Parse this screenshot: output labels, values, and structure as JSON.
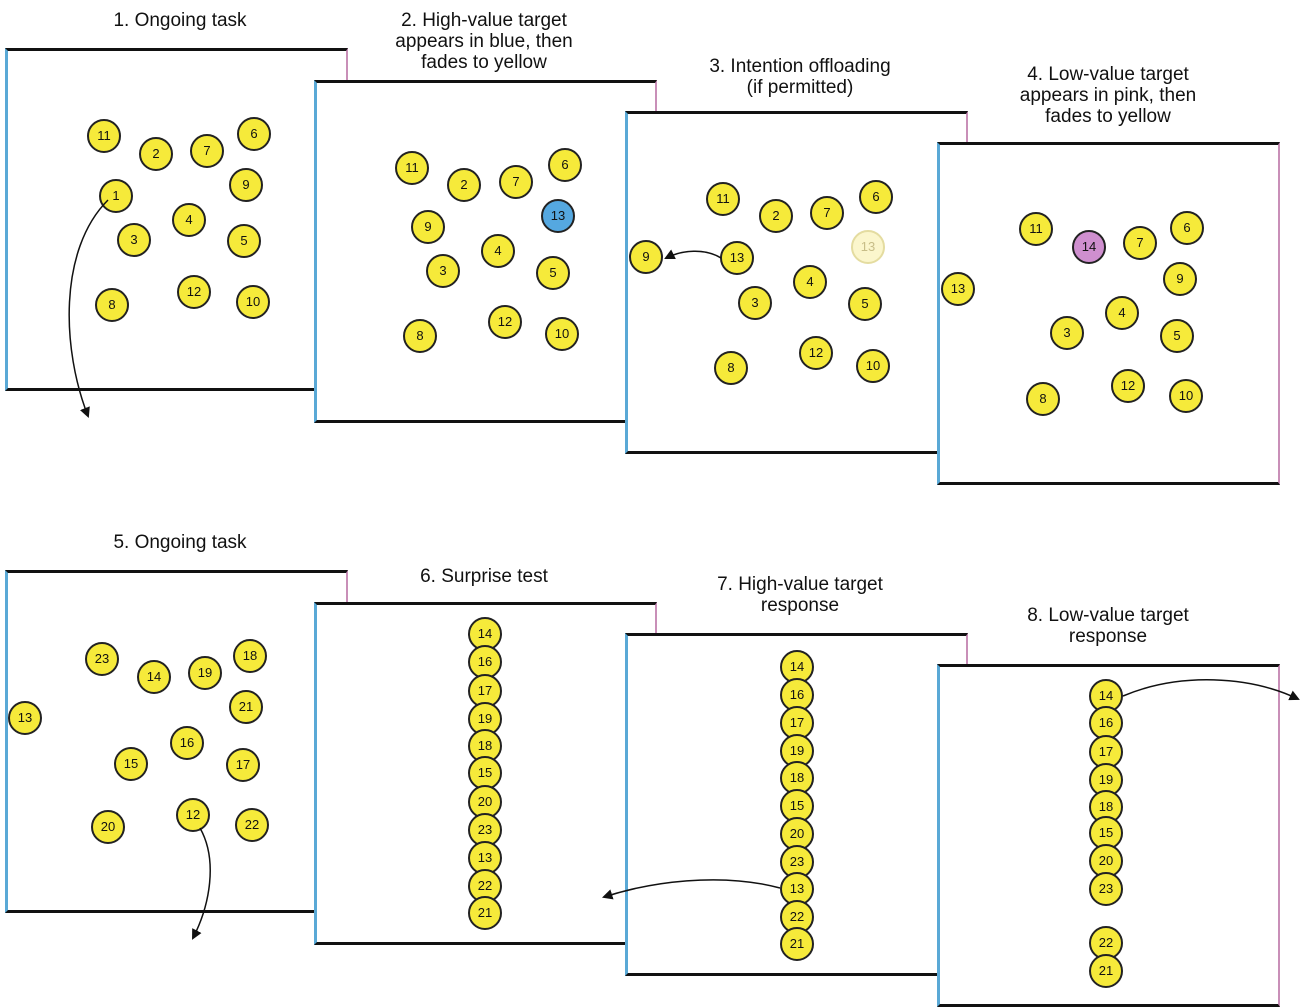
{
  "colors": {
    "target_yellow": "#f6ea3a",
    "high_value_blue": "#55a8e0",
    "low_value_pink": "#cf8fcf",
    "panel_left_edge": "#5aa9d6",
    "panel_right_edge": "#c98fb8"
  },
  "panels": [
    {
      "title": "1. Ongoing task",
      "circles": [
        {
          "label": "11",
          "style": "yellow"
        },
        {
          "label": "2",
          "style": "yellow"
        },
        {
          "label": "7",
          "style": "yellow"
        },
        {
          "label": "6",
          "style": "yellow"
        },
        {
          "label": "1",
          "style": "yellow"
        },
        {
          "label": "9",
          "style": "yellow"
        },
        {
          "label": "4",
          "style": "yellow"
        },
        {
          "label": "3",
          "style": "yellow"
        },
        {
          "label": "5",
          "style": "yellow"
        },
        {
          "label": "8",
          "style": "yellow"
        },
        {
          "label": "12",
          "style": "yellow"
        },
        {
          "label": "10",
          "style": "yellow"
        }
      ]
    },
    {
      "title": "2. High-value target\nappears in blue, then\nfades to yellow",
      "circles": [
        {
          "label": "11",
          "style": "yellow"
        },
        {
          "label": "2",
          "style": "yellow"
        },
        {
          "label": "7",
          "style": "yellow"
        },
        {
          "label": "6",
          "style": "yellow"
        },
        {
          "label": "9",
          "style": "yellow"
        },
        {
          "label": "13",
          "style": "blue"
        },
        {
          "label": "4",
          "style": "yellow"
        },
        {
          "label": "3",
          "style": "yellow"
        },
        {
          "label": "5",
          "style": "yellow"
        },
        {
          "label": "8",
          "style": "yellow"
        },
        {
          "label": "12",
          "style": "yellow"
        },
        {
          "label": "10",
          "style": "yellow"
        }
      ]
    },
    {
      "title": "3. Intention offloading\n(if permitted)",
      "circles": [
        {
          "label": "11",
          "style": "yellow"
        },
        {
          "label": "2",
          "style": "yellow"
        },
        {
          "label": "7",
          "style": "yellow"
        },
        {
          "label": "6",
          "style": "yellow"
        },
        {
          "label": "9",
          "style": "yellow"
        },
        {
          "label": "13",
          "style": "yellow"
        },
        {
          "label": "13",
          "style": "faded"
        },
        {
          "label": "4",
          "style": "yellow"
        },
        {
          "label": "3",
          "style": "yellow"
        },
        {
          "label": "5",
          "style": "yellow"
        },
        {
          "label": "8",
          "style": "yellow"
        },
        {
          "label": "12",
          "style": "yellow"
        },
        {
          "label": "10",
          "style": "yellow"
        }
      ]
    },
    {
      "title": "4. Low-value target\nappears in pink, then\nfades to yellow",
      "circles": [
        {
          "label": "11",
          "style": "yellow"
        },
        {
          "label": "14",
          "style": "pink"
        },
        {
          "label": "7",
          "style": "yellow"
        },
        {
          "label": "6",
          "style": "yellow"
        },
        {
          "label": "13",
          "style": "yellow"
        },
        {
          "label": "9",
          "style": "yellow"
        },
        {
          "label": "4",
          "style": "yellow"
        },
        {
          "label": "3",
          "style": "yellow"
        },
        {
          "label": "5",
          "style": "yellow"
        },
        {
          "label": "12",
          "style": "yellow"
        },
        {
          "label": "8",
          "style": "yellow"
        },
        {
          "label": "10",
          "style": "yellow"
        }
      ]
    },
    {
      "title": "5. Ongoing task",
      "circles": [
        {
          "label": "23",
          "style": "yellow"
        },
        {
          "label": "14",
          "style": "yellow"
        },
        {
          "label": "19",
          "style": "yellow"
        },
        {
          "label": "18",
          "style": "yellow"
        },
        {
          "label": "13",
          "style": "yellow"
        },
        {
          "label": "21",
          "style": "yellow"
        },
        {
          "label": "16",
          "style": "yellow"
        },
        {
          "label": "15",
          "style": "yellow"
        },
        {
          "label": "17",
          "style": "yellow"
        },
        {
          "label": "20",
          "style": "yellow"
        },
        {
          "label": "12",
          "style": "yellow"
        },
        {
          "label": "22",
          "style": "yellow"
        }
      ]
    },
    {
      "title": "6. Surprise test",
      "circles": [
        {
          "label": "14",
          "style": "yellow"
        },
        {
          "label": "16",
          "style": "yellow"
        },
        {
          "label": "17",
          "style": "yellow"
        },
        {
          "label": "19",
          "style": "yellow"
        },
        {
          "label": "18",
          "style": "yellow"
        },
        {
          "label": "15",
          "style": "yellow"
        },
        {
          "label": "20",
          "style": "yellow"
        },
        {
          "label": "23",
          "style": "yellow"
        },
        {
          "label": "13",
          "style": "yellow"
        },
        {
          "label": "22",
          "style": "yellow"
        },
        {
          "label": "21",
          "style": "yellow"
        }
      ]
    },
    {
      "title": "7. High-value target\nresponse",
      "circles": [
        {
          "label": "14",
          "style": "yellow"
        },
        {
          "label": "16",
          "style": "yellow"
        },
        {
          "label": "17",
          "style": "yellow"
        },
        {
          "label": "19",
          "style": "yellow"
        },
        {
          "label": "18",
          "style": "yellow"
        },
        {
          "label": "15",
          "style": "yellow"
        },
        {
          "label": "20",
          "style": "yellow"
        },
        {
          "label": "23",
          "style": "yellow"
        },
        {
          "label": "13",
          "style": "yellow"
        },
        {
          "label": "22",
          "style": "yellow"
        },
        {
          "label": "21",
          "style": "yellow"
        }
      ]
    },
    {
      "title": "8. Low-value target\nresponse",
      "circles": [
        {
          "label": "14",
          "style": "yellow"
        },
        {
          "label": "16",
          "style": "yellow"
        },
        {
          "label": "17",
          "style": "yellow"
        },
        {
          "label": "19",
          "style": "yellow"
        },
        {
          "label": "18",
          "style": "yellow"
        },
        {
          "label": "15",
          "style": "yellow"
        },
        {
          "label": "20",
          "style": "yellow"
        },
        {
          "label": "23",
          "style": "yellow"
        },
        {
          "label": "22",
          "style": "yellow"
        },
        {
          "label": "21",
          "style": "yellow"
        }
      ]
    }
  ]
}
